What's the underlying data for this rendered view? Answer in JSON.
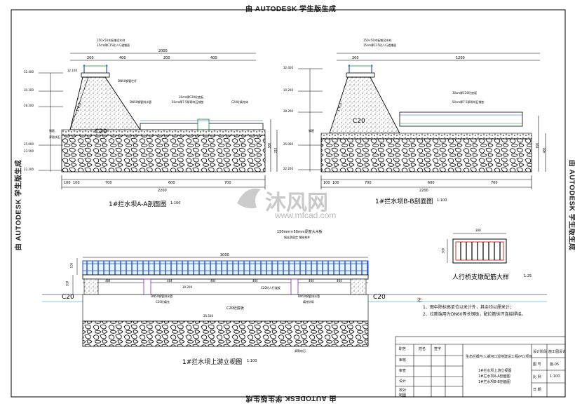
{
  "watermark": "由 AUTODESK 学生版生成",
  "site_logo": {
    "text": "沐风网",
    "url": "www.mfcad.com"
  },
  "views": {
    "section_aa": {
      "title": "1#拦水坝A-A剖面图",
      "scale": "1:100",
      "labels": {
        "plank": "150×50木板铺设木材",
        "concrete_top": "15cm厚C15砼人行道铺面",
        "steel_pipe": "DN50钢管栏杆",
        "c20": "C20",
        "c20_slab": "30cm厚C20砼底板",
        "gravel": "50cm厚7.5浆砌块石铺垫",
        "c20_body": "C20砼填充体",
        "slope": "1:0.3",
        "rebar": "钢筋",
        "bed_rock": "浆砌块石",
        "drain_pipe": "DN50钢管排水管"
      },
      "elevations": [
        "32.400",
        "32.100",
        "30.200",
        "28.200",
        "25.000",
        "23.500",
        "22.200"
      ],
      "dims_top": [
        "200",
        "400",
        "2000",
        "200",
        "400"
      ],
      "dims_bottom": [
        "100",
        "100",
        "700",
        "600",
        "700",
        "2200"
      ],
      "dims_right": [
        "580",
        "310"
      ]
    },
    "section_bb": {
      "title": "1#拦水坝B-B剖面图",
      "scale": "1:100",
      "labels": {
        "plank": "150×50木板铺设木材",
        "concrete_top": "15cm厚C15砼人行道铺面",
        "c20_slab": "30cm厚C20砼底板",
        "gravel": "50cm厚7.5浆砌块石铺垫",
        "c20": "C20",
        "slope": "1:0.3",
        "rebar": "钢筋"
      },
      "elevations": [
        "32.400",
        "30.200",
        "28.200",
        "25.000",
        "22.200"
      ],
      "dims_top": [
        "200",
        "1200"
      ],
      "dims_bottom": [
        "100",
        "100",
        "700",
        "600",
        "700",
        "2200"
      ],
      "dims_right": [
        "690",
        "480"
      ]
    },
    "elevation_view": {
      "title": "1#拦水坝上游立视图",
      "scale": "1:100",
      "labels": {
        "plank": "150mm×50mm厚度大木板",
        "plank_sub": "钢支承固定 钢结构件",
        "c20_left": "C20",
        "c20_right": "C20",
        "c20_mid": "C20砼底板",
        "c20_fill": "C20砼填充",
        "c20_mid2": "C20砼人行道板",
        "drain_left": "DN50钢管排水管",
        "drain_right": "DN50钢管排水管",
        "fill_note": "填充砂砾",
        "bedrock": "浆砌块石"
      },
      "dims": [
        "3000",
        "484",
        "484",
        "484",
        "484",
        "484",
        "484"
      ],
      "elevations": [
        "30.200",
        "25.500"
      ],
      "left_dims": [
        "100",
        "100"
      ]
    },
    "rebar_detail": {
      "title": "人行桥支墩配筋大样",
      "scale": "1:25",
      "dims": [
        "300",
        "300"
      ]
    }
  },
  "notes": {
    "heading": "注:",
    "items": [
      "1、图中除标高单位以米计外，其余均以厘米计；",
      "2、拉筋端用为DN60等长钢板，配拉筋纵环连接焊接。"
    ]
  },
  "title_block": {
    "roles": [
      "审核",
      "审查",
      "设计",
      "校对",
      "制图"
    ],
    "headers": [
      "职务",
      "姓名",
      "签字"
    ],
    "project": "生态拦截与入湖河口湿地建设工程(PC)项目",
    "drawings": [
      "1#拦水坝上游立视图",
      "1#拦水坝A-A剖面图",
      "1#拦水坝B-B剖面图"
    ],
    "meta_labels": [
      "设计阶段",
      "图 号",
      "比 例",
      "日 期"
    ],
    "meta_values": [
      "施工图设计",
      "施-05",
      "1:100",
      ""
    ]
  },
  "colors": {
    "line": "#000000",
    "hatch": "#1a1a1a",
    "accent_blue": "#1f4fd8",
    "accent_green": "#0a8a2a",
    "accent_cyan": "#00a0c8",
    "logo": "#7a7a7a"
  }
}
